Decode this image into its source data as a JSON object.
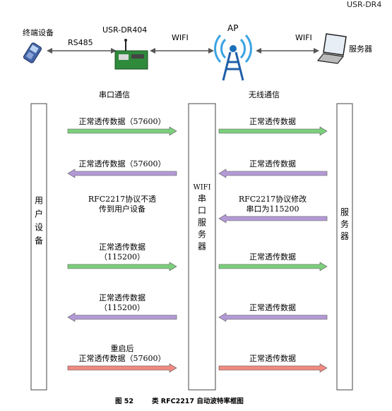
{
  "header": {
    "corner_text": "USR-DR4"
  },
  "topology": {
    "device_label": "终端设备",
    "link1_label": "RS485",
    "module_label": "USR-DR404",
    "link2_label": "WIFI",
    "ap_label": "AP",
    "link3_label": "WIFI",
    "server_label": "服务器"
  },
  "sections": {
    "left_title": "串口通信",
    "right_title": "无线通信"
  },
  "columns": {
    "user": "用户设备",
    "wifi": "WIFI串口服务器",
    "server": "服务器"
  },
  "rows": [
    {
      "left_lines": [
        "正常透传数据（57600）"
      ],
      "left_dir": "right",
      "left_color": "#7ccf7c",
      "right_lines": [
        "正常透传数据"
      ],
      "right_dir": "right",
      "right_color": "#7ccf7c"
    },
    {
      "left_lines": [
        "正常透传数据（57600）"
      ],
      "left_dir": "left",
      "left_color": "#b39ad6",
      "right_lines": [
        "正常透传数据"
      ],
      "right_dir": "left",
      "right_color": "#b39ad6"
    },
    {
      "left_lines": [
        "RFC2217协议不透",
        "传到用户设备"
      ],
      "left_dir": "none",
      "left_color": "",
      "right_lines": [
        "RFC2217协议修改",
        "串口为115200"
      ],
      "right_dir": "left",
      "right_color": "#b39ad6"
    },
    {
      "left_lines": [
        "正常透传数据",
        "（115200）"
      ],
      "left_dir": "right",
      "left_color": "#7ccf7c",
      "right_lines": [
        "正常透传数据"
      ],
      "right_dir": "right",
      "right_color": "#7ccf7c"
    },
    {
      "left_lines": [
        "正常透传数据",
        "（115200）"
      ],
      "left_dir": "left",
      "left_color": "#b39ad6",
      "right_lines": [
        "正常透传数据"
      ],
      "right_dir": "left",
      "right_color": "#b39ad6"
    },
    {
      "left_lines": [
        "重启后",
        "正常透传数据（57600）"
      ],
      "left_dir": "right",
      "left_color": "#ef8a80",
      "right_lines": [
        "正常透传数据"
      ],
      "right_dir": "right",
      "right_color": "#ef8a80"
    }
  ],
  "caption": {
    "figure_no": "图  52",
    "text": "类 RFC2217 自动波特率框图"
  }
}
